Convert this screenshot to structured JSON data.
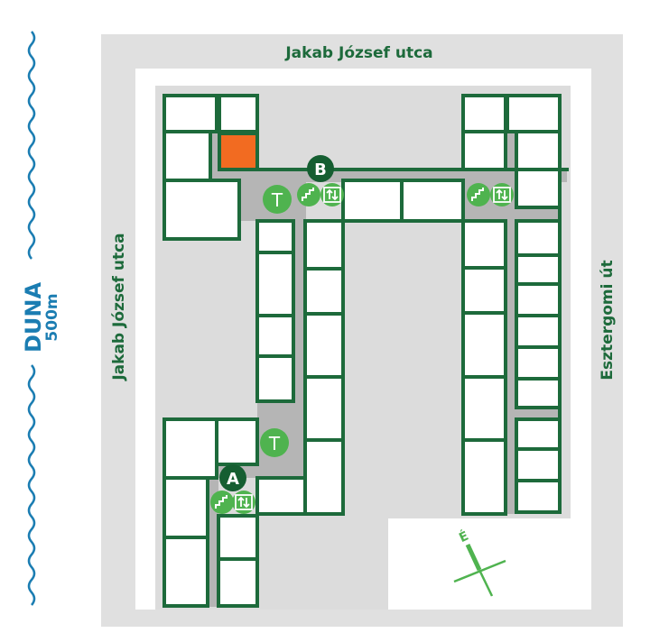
{
  "streets": {
    "top": "Jakab József utca",
    "left": "Jakab József utca",
    "right": "Esztergomi út"
  },
  "river": {
    "name": "DUNA",
    "distance": "500m"
  },
  "compass": {
    "north_label": "É"
  },
  "entrances": [
    {
      "label": "A"
    },
    {
      "label": "B"
    }
  ],
  "icons": {
    "toilet": "T",
    "stairs": "stairs-icon",
    "elevator": "elevator-icon"
  },
  "colors": {
    "wall": "#1d6a3b",
    "icon": "#4fb34f",
    "entrance": "#155e31",
    "highlight": "#f26b21",
    "river": "#1b7db2",
    "corridor": "#b5b5b5"
  }
}
